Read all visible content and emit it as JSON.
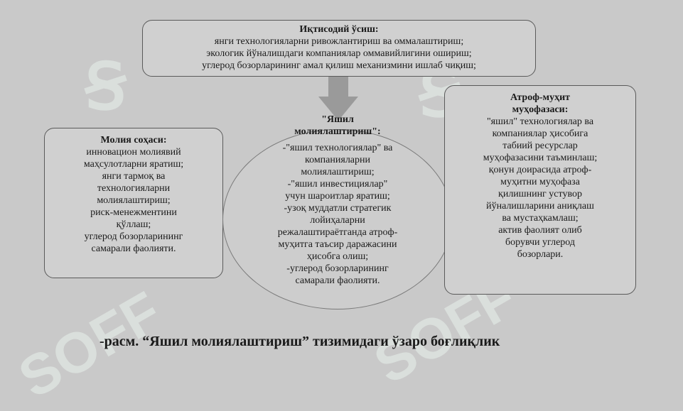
{
  "top_box": {
    "title": "Иқтисодий ўсиш:",
    "lines": [
      "янги технологияларни ривожлантириш ва оммалаштириш;",
      "экологик йўналишдаги компаниялар оммавийлигини ошириш;",
      "углерод бозорларининг амал қилиш механизмини ишлаб чиқиш;"
    ]
  },
  "left_box": {
    "title": "Молия соҳаси:",
    "lines": [
      "инновацион молиявий",
      "маҳсулотларни яратиш;",
      "янги тармоқ ва",
      "технологияларни",
      "молиялаштириш;",
      "риск-менежментини",
      "қўллаш;",
      "углерод бозорларининг",
      "самарали фаолияти."
    ]
  },
  "center": {
    "title_lines": [
      "\"Яшил",
      "молиялаштириш\":"
    ],
    "lines": [
      "-\"яшил технологиялар\" ва",
      "компанияларни",
      "молиялаштириш;",
      "-\"яшил инвестициялар\"",
      "учун шароитлар яратиш;",
      "-узоқ муддатли стратегик",
      "лойиҳаларни",
      "режалаштираётганда атроф-",
      "муҳитга таъсир даражасини",
      "ҳисобга олиш;",
      "-углерод бозорларининг",
      "самарали фаолияти."
    ]
  },
  "right_box": {
    "title_lines": [
      "Атроф-муҳит",
      "муҳофазаси:"
    ],
    "lines": [
      "\"яшил\" технологиялар ва",
      "компаниялар ҳисобига",
      "табиий ресурслар",
      "муҳофазасини таъминлаш;",
      "қонун доирасида атроф-",
      "муҳитни муҳофаза",
      "қилишнинг устувор",
      "йўналишларини аниқлаш",
      "ва мустаҳкамлаш;",
      "актив фаолият олиб",
      "борувчи углерод",
      "бозорлари."
    ]
  },
  "caption": "-расм. “Яшил молиялаштириш” тизимидаги ўзаро боғлиқлик",
  "watermark": "SOFF",
  "colors": {
    "background": "#c9c9c9",
    "arrow": "#9a9a9a",
    "border": "#5a5a5a"
  }
}
